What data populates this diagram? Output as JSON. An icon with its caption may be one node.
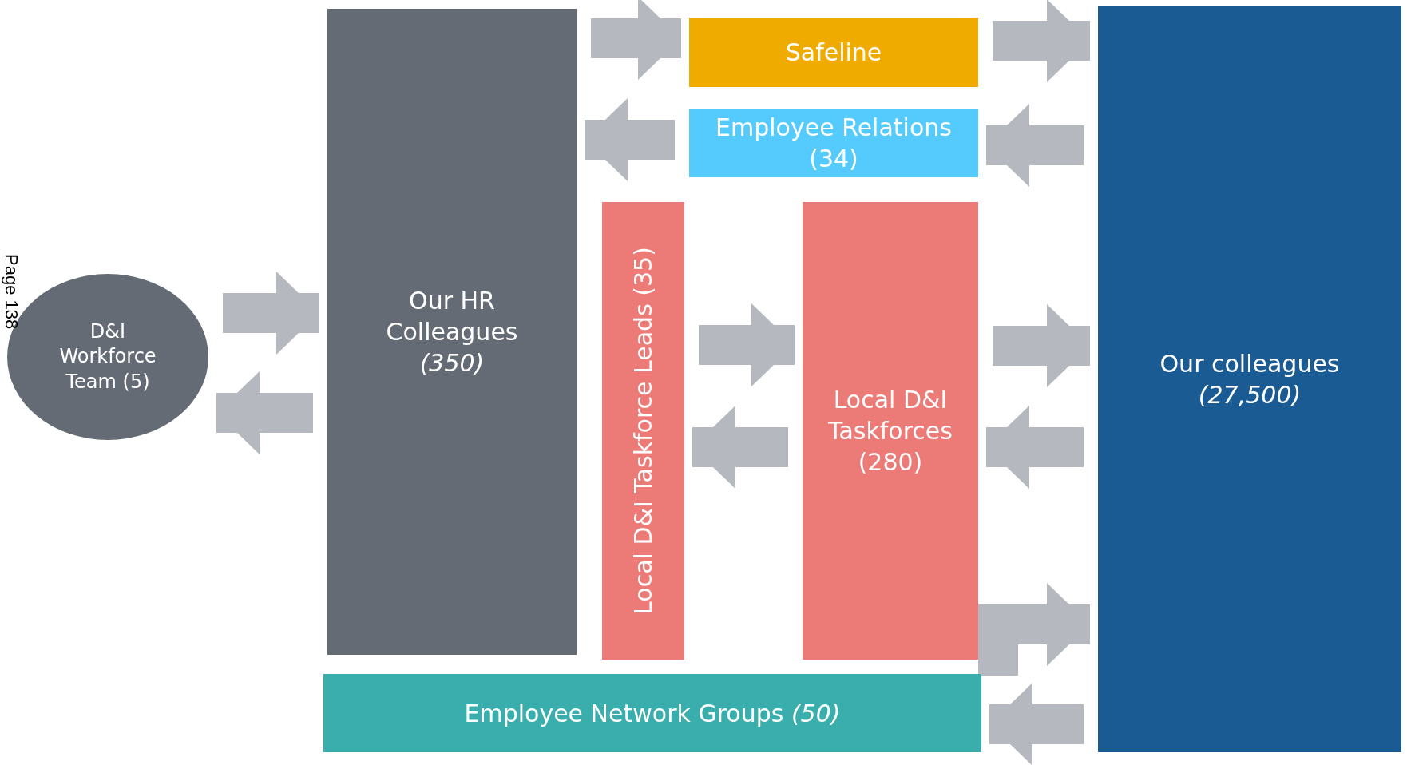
{
  "diagram": {
    "nodes": [
      {
        "text": [
          "D&I Workforce Team (5)"
        ]
      },
      {
        "text": [
          "Our HR Colleagues *(350)*"
        ]
      },
      {
        "text": [
          "Safeline"
        ]
      },
      {
        "text": [
          "Employee Relations (34)"
        ]
      },
      {
        "text": [
          "Local D&I Taskforce Leads (35)"
        ]
      },
      {
        "text": [
          "Local D&I Taskforces (280)"
        ]
      },
      {
        "text": [
          "Our colleagues *(27,500)*"
        ]
      },
      {
        "text": [
          "Employee Network Groups *(50)*"
        ]
      }
    ],
    "edges": [
      {
        "from": 0,
        "to": 1,
        "arrow": "to"
      },
      {
        "from": 1,
        "to": 0,
        "arrow": "to"
      },
      {
        "from": 1,
        "to": 2,
        "arrow": "to"
      },
      {
        "from": 2,
        "to": 6,
        "arrow": "to"
      },
      {
        "from": 6,
        "to": 3,
        "arrow": "to"
      },
      {
        "from": 3,
        "to": 1,
        "arrow": "to"
      },
      {
        "from": 4,
        "to": 5,
        "arrow": "to"
      },
      {
        "from": 5,
        "to": 4,
        "arrow": "to"
      },
      {
        "from": 5,
        "to": 6,
        "arrow": "to"
      },
      {
        "from": 6,
        "to": 5,
        "arrow": "to"
      },
      {
        "from": 7,
        "to": 6,
        "arrow": "to"
      },
      {
        "from": 6,
        "to": 7,
        "arrow": "to"
      }
    ],
    "labels": [
      "Page 138"
    ]
  }
}
